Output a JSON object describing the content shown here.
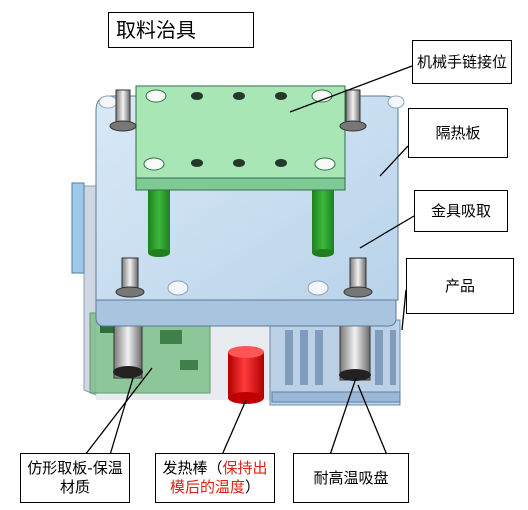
{
  "title": "取料治具",
  "callouts": {
    "robot_arm_mount": "机械手链接位",
    "insulation_plate": "隔热板",
    "gripper": "金具吸取",
    "product": "产品",
    "profile_plate": "仿形取板-保温材质",
    "heater_rod_main": "发热棒（",
    "heater_rod_note": "保持出模后的温度",
    "heater_rod_close": "）",
    "suction_cup": "耐高温吸盘"
  },
  "colors": {
    "mount_plate": "#a8e6b5",
    "insulation_plate": "#c6ddf0",
    "pillar": "#2e9e2e",
    "heater_rod": "#e01010",
    "note_text": "#e0201b"
  }
}
